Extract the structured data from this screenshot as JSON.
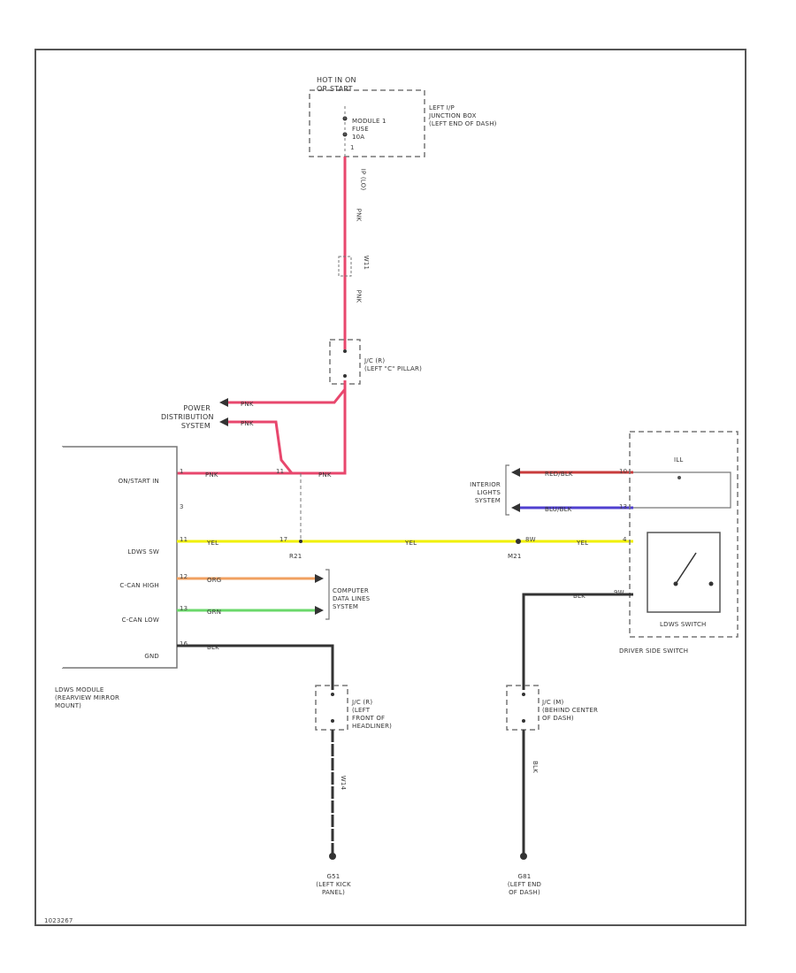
{
  "colors": {
    "pnk": "#e8476d",
    "yel": "#f0f000",
    "org": "#f0a060",
    "grn": "#6ad86a",
    "blk": "#333333",
    "red_blk": "#c83c3c",
    "blu_blk": "#5040d0",
    "frame": "#555555",
    "dash": "#777777"
  },
  "labels": {
    "hot_in_on": "HOT IN ON\nOR START",
    "fuse_name": "MODULE 1\nFUSE\n10A",
    "fuse_box": "LEFT I/P\nJUNCTION BOX\n(LEFT END OF DASH)",
    "jc_pillar": "J/C (R)\n(LEFT \"C\" PILLAR)",
    "power_dist": "POWER\nDISTRIBUTION\nSYSTEM",
    "module_pins": [
      "ON/START IN",
      "LDWS SW",
      "C-CAN HIGH",
      "C-CAN LOW",
      "GND"
    ],
    "module_name": "LDWS MODULE\n(REARVIEW MIRROR\nMOUNT)",
    "computer_data": "COMPUTER\nDATA LINES\nSYSTEM",
    "interior_lights": "INTERIOR\nLIGHTS\nSYSTEM",
    "ill": "ILL",
    "ldws_switch": "LDWS SWITCH",
    "dash_switch": "DRIVER SIDE SWITCH",
    "jc_headliner": "J/C (R)\n(LEFT\nFRONT OF\nHEADLINER)",
    "jc_dash": "J/C (M)\n(BEHIND CENTER\nOF DASH)",
    "ground_left": "G51\n(LEFT KICK\nPANEL)",
    "ground_dash": "G81\n(LEFT END\nOF DASH)",
    "conn_rr1": "R21",
    "conn_mr1": "M21",
    "figure_id": "1023267"
  },
  "wires": {
    "pnk": "PNK",
    "yel": "YEL",
    "org": "ORG",
    "grn": "GRN",
    "blk": "BLK",
    "red_blk": "RED/BLK",
    "blu_blk": "BLU/BLK",
    "ip_lo": "IP (LO)",
    "w_11": "W11",
    "w_14": "W14"
  },
  "pins": {
    "on_start": "1",
    "unused": "3",
    "ldws_sw": "11",
    "can_high": "12",
    "can_low": "13",
    "gnd": "16",
    "rr1_pnk": "11",
    "rr1_yel": "17",
    "mr1_yel": "8W",
    "sw_redblk": "10",
    "sw_blublk": "13",
    "sw_yel": "4",
    "sw_blk": "9W",
    "fuse_pin": "1"
  }
}
